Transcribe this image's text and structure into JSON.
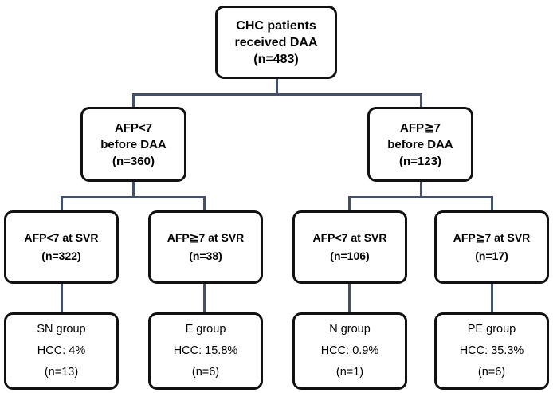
{
  "diagram": {
    "title": "CHC patients treated with DAA - AFP stratification flowchart",
    "line_color": "#44506a",
    "border_color": "#111111",
    "background": "#ffffff",
    "nodes": {
      "root": {
        "id": "root",
        "lines": [
          "CHC patients",
          "received DAA",
          "(n=483)"
        ]
      },
      "afp_low_before": {
        "id": "afp-low-before-daa",
        "lines": [
          "AFP<7",
          "before DAA",
          "(n=360)"
        ]
      },
      "afp_high_before": {
        "id": "afp-high-before-daa",
        "lines": [
          "AFP≧7",
          "before DAA",
          "(n=123)"
        ]
      },
      "svr_1": {
        "id": "afp-low-at-svr-322",
        "lines": [
          "AFP<7 at SVR",
          "(n=322)"
        ]
      },
      "svr_2": {
        "id": "afp-high-at-svr-38",
        "lines": [
          "AFP≧7 at SVR",
          "(n=38)"
        ]
      },
      "svr_3": {
        "id": "afp-low-at-svr-106",
        "lines": [
          "AFP<7 at SVR",
          "(n=106)"
        ]
      },
      "svr_4": {
        "id": "afp-high-at-svr-17",
        "lines": [
          "AFP≧7 at SVR",
          "(n=17)"
        ]
      },
      "group_sn": {
        "id": "sn-group",
        "lines": [
          "SN group",
          "HCC: 4%",
          "(n=13)"
        ]
      },
      "group_e": {
        "id": "e-group",
        "lines": [
          "E group",
          "HCC: 15.8%",
          "(n=6)"
        ]
      },
      "group_n": {
        "id": "n-group",
        "lines": [
          "N group",
          "HCC: 0.9%",
          "(n=1)"
        ]
      },
      "group_pe": {
        "id": "pe-group",
        "lines": [
          "PE group",
          "HCC: 35.3%",
          "(n=6)"
        ]
      }
    }
  },
  "chart_data": {
    "type": "diagram",
    "title": "CHC patients received DAA flow diagram",
    "total_n": 483,
    "levels": [
      {
        "level": 1,
        "nodes": [
          {
            "label": "CHC patients received DAA",
            "n": 483
          }
        ]
      },
      {
        "level": 2,
        "nodes": [
          {
            "label": "AFP<7 before DAA",
            "n": 360
          },
          {
            "label": "AFP≧7 before DAA",
            "n": 123
          }
        ]
      },
      {
        "level": 3,
        "nodes": [
          {
            "label": "AFP<7 at SVR",
            "n": 322,
            "parent": "AFP<7 before DAA"
          },
          {
            "label": "AFP≧7 at SVR",
            "n": 38,
            "parent": "AFP<7 before DAA"
          },
          {
            "label": "AFP<7 at SVR",
            "n": 106,
            "parent": "AFP≧7 before DAA"
          },
          {
            "label": "AFP≧7 at SVR",
            "n": 17,
            "parent": "AFP≧7 before DAA"
          }
        ]
      },
      {
        "level": 4,
        "nodes": [
          {
            "label": "SN group",
            "hcc_percent": 4.0,
            "hcc_text": "HCC: 4%",
            "n": 13
          },
          {
            "label": "E group",
            "hcc_percent": 15.8,
            "hcc_text": "HCC: 15.8%",
            "n": 6
          },
          {
            "label": "N group",
            "hcc_percent": 0.9,
            "hcc_text": "HCC: 0.9%",
            "n": 1
          },
          {
            "label": "PE group",
            "hcc_percent": 35.3,
            "hcc_text": "HCC: 35.3%",
            "n": 6
          }
        ]
      }
    ]
  }
}
